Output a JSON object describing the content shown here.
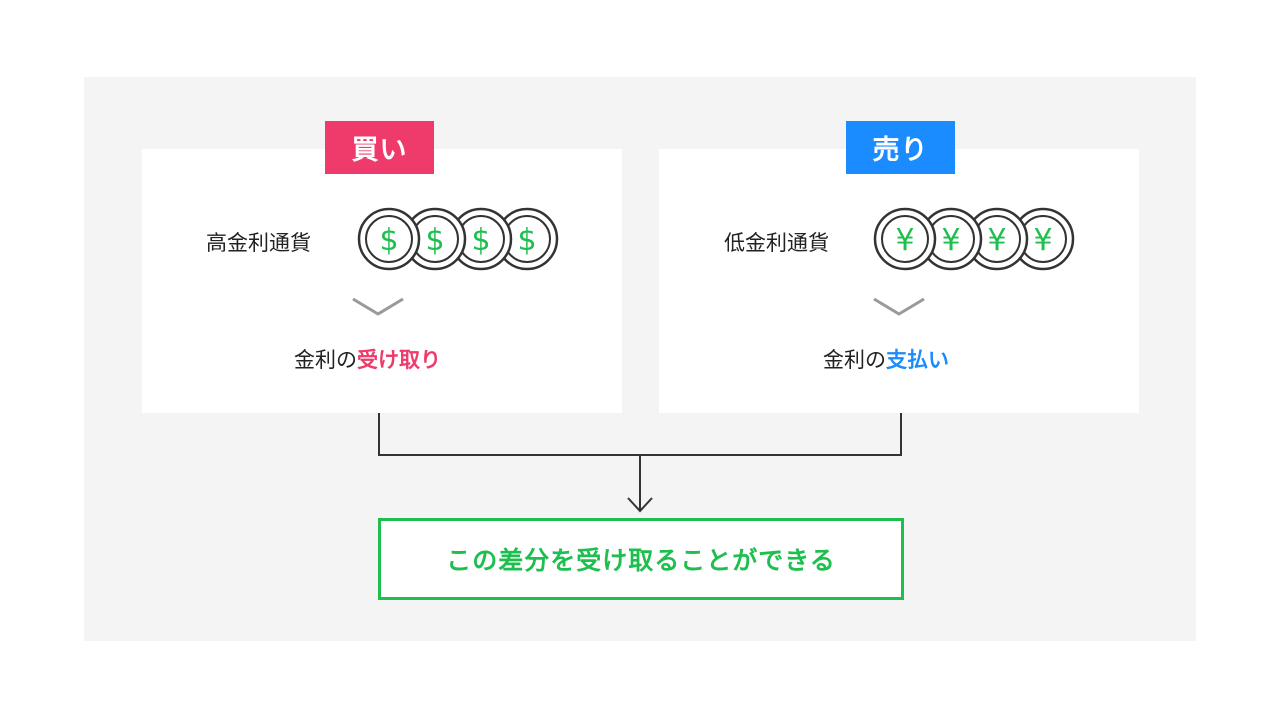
{
  "colors": {
    "buy": "#ee3b6b",
    "sell": "#1a8cff",
    "summary": "#1fbf4f",
    "coin_symbol": "#1fbf4f",
    "line": "#333333",
    "chevron": "#9a9a9a"
  },
  "buy": {
    "badge": "買い",
    "currency_label": "高金利通貨",
    "coin_symbol": "$",
    "coin_count": 4,
    "result_prefix": "金利の",
    "result_highlight": "受け取り"
  },
  "sell": {
    "badge": "売り",
    "currency_label": "低金利通貨",
    "coin_symbol": "¥",
    "coin_count": 4,
    "result_prefix": "金利の",
    "result_highlight": "支払い"
  },
  "summary": {
    "text": "この差分を受け取ることができる"
  }
}
